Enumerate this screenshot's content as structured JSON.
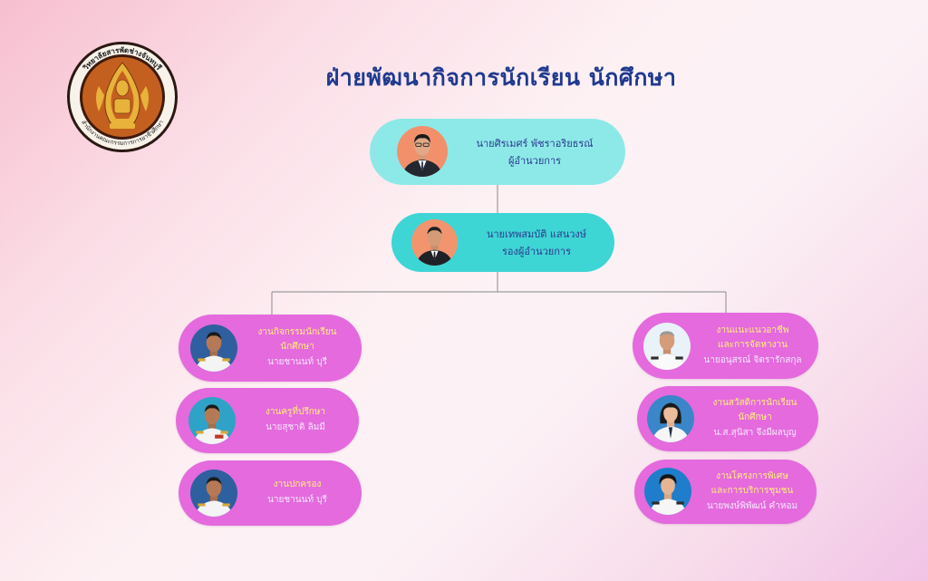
{
  "title": "ฝ่ายพัฒนากิจการนักเรียน นักศึกษา",
  "logo": {
    "text_top": "วิทยาลัยสารพัดช่างจันทบุรี",
    "text_bottom": "สำนักงานคณะกรรมการการอาชีวศึกษา"
  },
  "colors": {
    "title": "#1f3a8f",
    "director_card": "#8de9e8",
    "deputy_card": "#3ed5d5",
    "unit_card": "#e46ade",
    "unit_title": "#fff176",
    "unit_person": "#f7e9fb",
    "top_text": "#2b3b8e",
    "connector": "#9c9c9c"
  },
  "director": {
    "name": "นายศิรเมศร์ พัชราอริยธรณ์",
    "position": "ผู้อำนวยการ"
  },
  "deputy": {
    "name": "นายเทพสมบัติ แสนวงษ์",
    "position": "รองผู้อำนวยการ"
  },
  "left_units": [
    {
      "lines": [
        "งานกิจกรรมนักเรียน",
        "นักศึกษา"
      ],
      "person": "นายชานนท์ บุรี"
    },
    {
      "lines": [
        "งานครูที่ปรึกษา"
      ],
      "person": "นายสุชาติ ลิมมี"
    },
    {
      "lines": [
        "งานปกครอง"
      ],
      "person": "นายชานนท์ บุรี"
    }
  ],
  "right_units": [
    {
      "lines": [
        "งานแนะแนวอาชีพ",
        "และการจัดหางาน"
      ],
      "person": "นายอนุสรณ์ จิตรารักสกุล"
    },
    {
      "lines": [
        "งานสวัสดิการนักเรียน",
        "นักศึกษา"
      ],
      "person": "น.ส.สุนิสา จึงมีผลบุญ"
    },
    {
      "lines": [
        "งานโครงการพิเศษ",
        "และการบริการชุมชน"
      ],
      "person": "นายพงษ์พิพัฒน์ คำหอม"
    }
  ]
}
